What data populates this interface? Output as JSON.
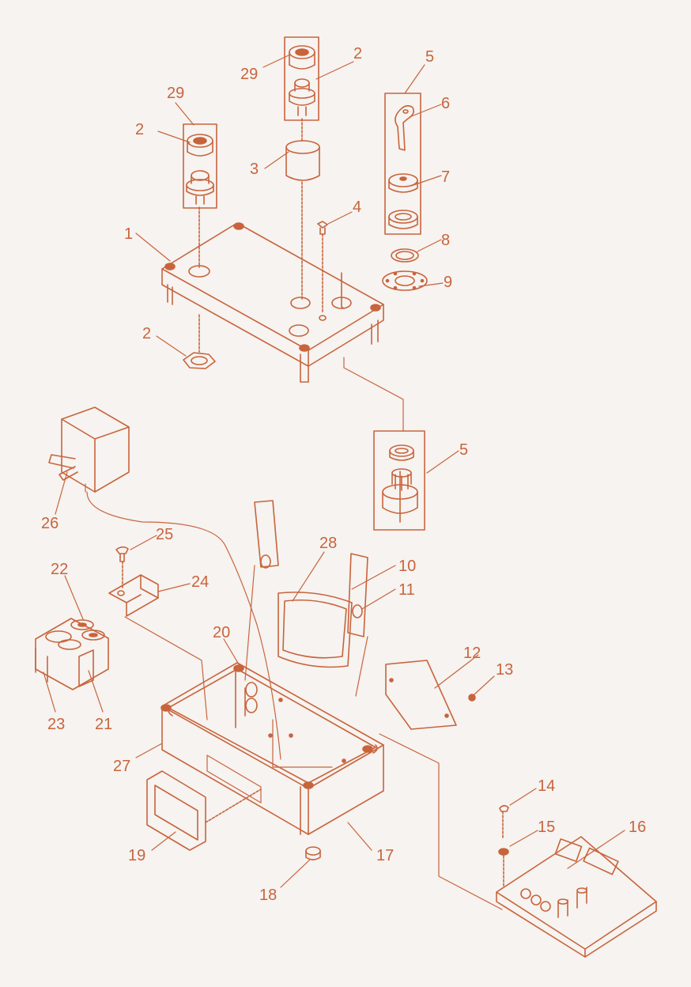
{
  "diagram": {
    "line_color": "#c8643c",
    "background": "#f6f3f0",
    "callouts": [
      {
        "id": "c29a",
        "label": "29"
      },
      {
        "id": "c2a",
        "label": "2"
      },
      {
        "id": "c29b",
        "label": "29"
      },
      {
        "id": "c2b",
        "label": "2"
      },
      {
        "id": "c5a",
        "label": "5"
      },
      {
        "id": "c6",
        "label": "6"
      },
      {
        "id": "c3",
        "label": "3"
      },
      {
        "id": "c7",
        "label": "7"
      },
      {
        "id": "c4",
        "label": "4"
      },
      {
        "id": "c1",
        "label": "1"
      },
      {
        "id": "c8",
        "label": "8"
      },
      {
        "id": "c9",
        "label": "9"
      },
      {
        "id": "c2c",
        "label": "2"
      },
      {
        "id": "c5b",
        "label": "5"
      },
      {
        "id": "c26",
        "label": "26"
      },
      {
        "id": "c25",
        "label": "25"
      },
      {
        "id": "c28",
        "label": "28"
      },
      {
        "id": "c10",
        "label": "10"
      },
      {
        "id": "c11",
        "label": "11"
      },
      {
        "id": "c22",
        "label": "22"
      },
      {
        "id": "c24",
        "label": "24"
      },
      {
        "id": "c20",
        "label": "20"
      },
      {
        "id": "c12",
        "label": "12"
      },
      {
        "id": "c13",
        "label": "13"
      },
      {
        "id": "c23",
        "label": "23"
      },
      {
        "id": "c21",
        "label": "21"
      },
      {
        "id": "c27",
        "label": "27"
      },
      {
        "id": "c14",
        "label": "14"
      },
      {
        "id": "c15",
        "label": "15"
      },
      {
        "id": "c16",
        "label": "16"
      },
      {
        "id": "c19",
        "label": "19"
      },
      {
        "id": "c17",
        "label": "17"
      },
      {
        "id": "c18",
        "label": "18"
      }
    ]
  }
}
